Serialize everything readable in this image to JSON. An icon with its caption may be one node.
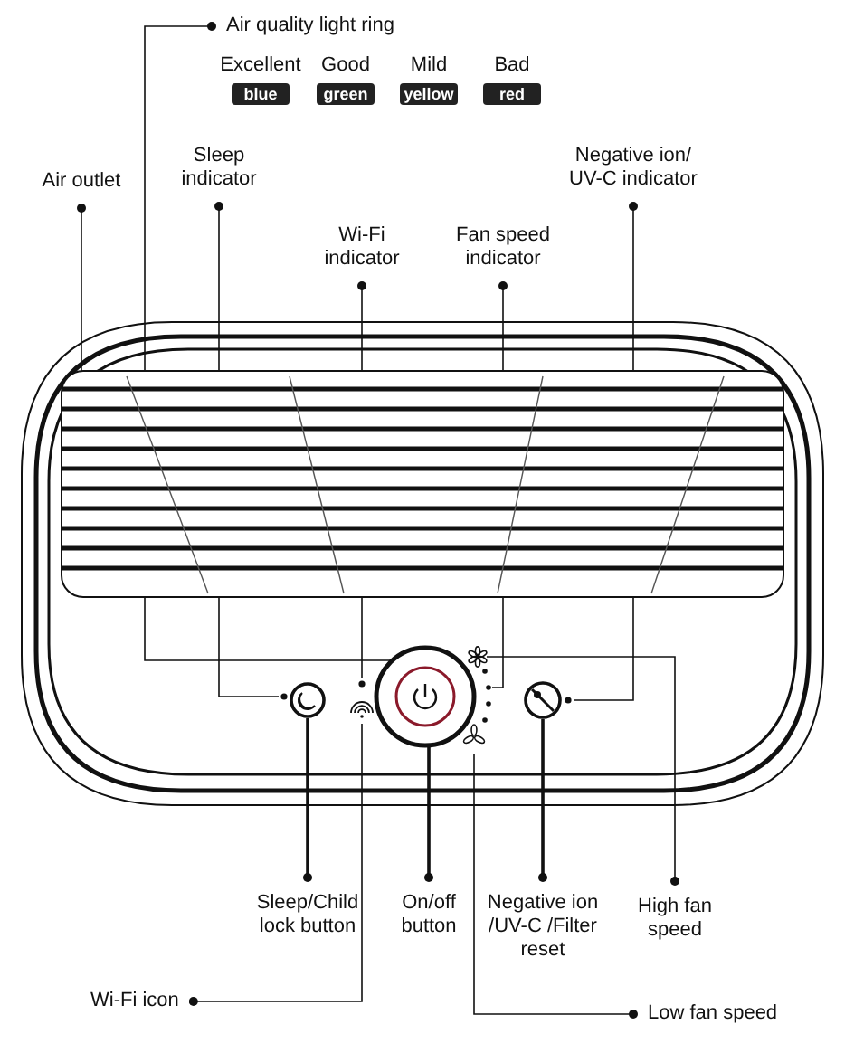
{
  "diagram": {
    "nodes": [
      {
        "text": [
          "Air quality light ring"
        ]
      },
      {
        "text": [],
        "shape": "circle"
      },
      {
        "text": [
          "Air outlet"
        ]
      },
      {
        "text": [],
        "shape": "box"
      },
      {
        "text": [
          "Sleep indicator"
        ]
      },
      {
        "text": [],
        "shape": "circle"
      },
      {
        "text": [
          "Wi-Fi indicator"
        ]
      },
      {
        "text": [],
        "shape": "circle"
      },
      {
        "text": [
          "Fan speed indicator"
        ]
      },
      {
        "text": [],
        "shape": "circle"
      },
      {
        "text": [
          "Negative ion/ UV-C indicator"
        ]
      },
      {
        "text": [],
        "shape": "circle"
      },
      {
        "text": [
          "Sleep/Child lock button"
        ]
      },
      {
        "text": [],
        "shape": "circle"
      },
      {
        "text": [
          "On/off button"
        ]
      },
      {
        "text": [],
        "shape": "circle",
        "in": 1
      },
      {
        "text": [
          "Negative ion /UV-C /Filter reset"
        ]
      },
      {
        "text": [],
        "shape": "circle"
      },
      {
        "text": [
          "High fan speed"
        ]
      },
      {
        "text": [],
        "shape": "fan"
      },
      {
        "text": [
          "Wi-Fi icon"
        ]
      },
      {
        "text": [],
        "shape": "wifi"
      },
      {
        "text": [
          "Low fan speed"
        ]
      },
      {
        "text": [],
        "shape": "fan"
      }
    ],
    "edges": [
      {
        "from": 0,
        "to": 1,
        "arrow": "other"
      },
      {
        "from": 2,
        "to": 3,
        "arrow": "other"
      },
      {
        "from": 4,
        "to": 5,
        "arrow": "other"
      },
      {
        "from": 6,
        "to": 7,
        "arrow": "other"
      },
      {
        "from": 8,
        "to": 9,
        "arrow": "other"
      },
      {
        "from": 10,
        "to": 11,
        "arrow": "other"
      },
      {
        "from": 12,
        "to": 13,
        "arrow": "other"
      },
      {
        "from": 14,
        "to": 15,
        "arrow": "other"
      },
      {
        "from": 16,
        "to": 17,
        "arrow": "other"
      },
      {
        "from": 18,
        "to": 19,
        "arrow": "other"
      },
      {
        "from": 20,
        "to": 21,
        "arrow": "other"
      },
      {
        "from": 22,
        "to": 23,
        "arrow": "other"
      }
    ],
    "labels": [
      "Excellent",
      "Good",
      "Mild",
      "Bad",
      "blue",
      "green",
      "yellow",
      "red"
    ]
  }
}
